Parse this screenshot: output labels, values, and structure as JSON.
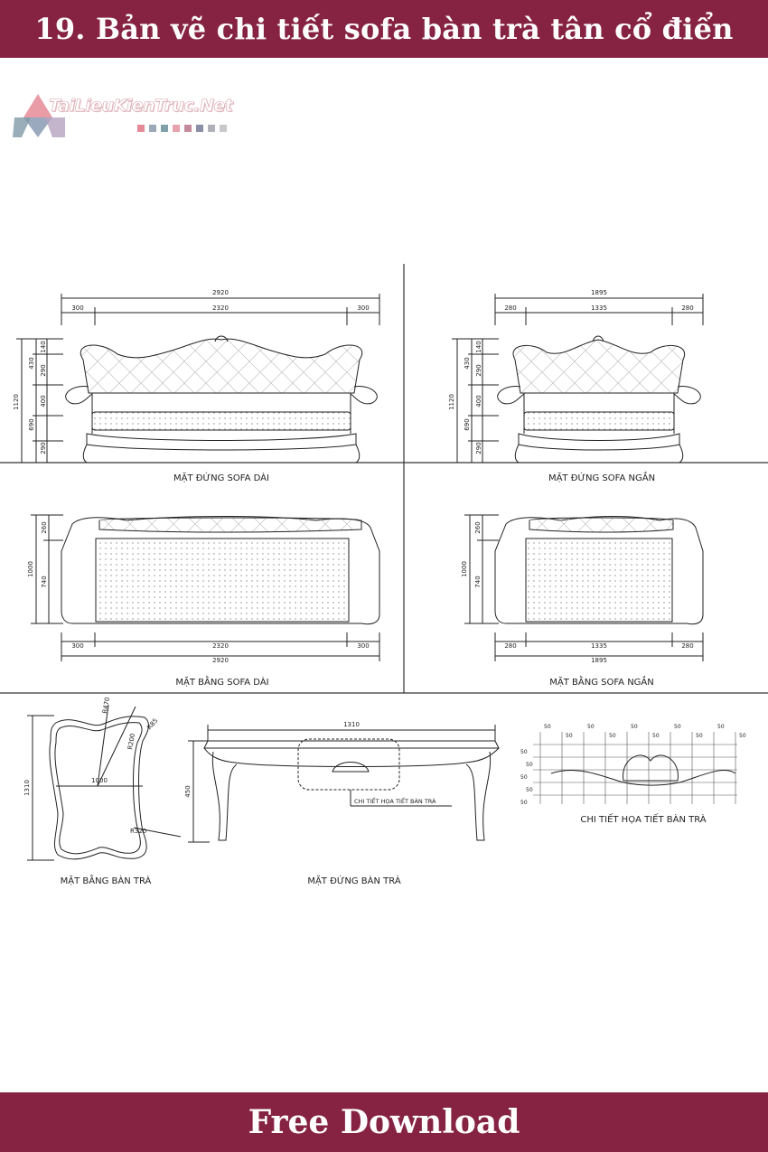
{
  "header": {
    "title": "19. Bản vẽ chi tiết sofa bàn trà tân cổ điển"
  },
  "logo": {
    "text": "TaiLieuKienTruc.Net",
    "swatch_colors": [
      "#e58a96",
      "#9aa8b8",
      "#7fa0a8",
      "#e8a2ac",
      "#c58a9c",
      "#8a8fa8",
      "#b0b0b8",
      "#c8c8cc"
    ]
  },
  "footer": {
    "button_label": "Free Download"
  },
  "drawing": {
    "long_elevation": {
      "label": "MẶT ĐỨNG SOFA DÀI",
      "total": "2920",
      "left": "300",
      "mid": "2320",
      "right": "300",
      "height": "1120",
      "h_upper": "430",
      "h_lower": "690",
      "h140": "140",
      "h290a": "290",
      "h400": "400",
      "h290b": "290"
    },
    "short_elevation": {
      "label": "MẶT ĐỨNG SOFA NGẮN",
      "total": "1895",
      "left": "280",
      "mid": "1335",
      "right": "280",
      "height": "1120",
      "h_upper": "430",
      "h_lower": "690",
      "h140": "140",
      "h290a": "290",
      "h400": "400",
      "h290b": "290"
    },
    "long_plan": {
      "label": "MẶT BẰNG SOFA DÀI",
      "depth": "1000",
      "d260": "260",
      "d740": "740",
      "left": "300",
      "mid": "2320",
      "right": "300",
      "total": "2920"
    },
    "short_plan": {
      "label": "MẶT BẰNG SOFA NGẮN",
      "depth": "1000",
      "d260": "260",
      "d740": "740",
      "left": "280",
      "mid": "1335",
      "right": "280",
      "total": "1895"
    },
    "table_plan": {
      "label": "MẶT BẰNG BÀN TRÀ",
      "depth": "1310",
      "width": "1000",
      "r470": "R470",
      "r200": "R200",
      "r85": "R85",
      "r320": "R320"
    },
    "table_elevation": {
      "label": "MẶT ĐỨNG BÀN TRÀ",
      "length": "1310",
      "height": "450",
      "callout": "CHI TIẾT HỌA TIẾT BÀN TRÀ"
    },
    "ornament_detail": {
      "label": "CHI TIẾT HỌA TIẾT BÀN TRÀ",
      "grid_step": "50"
    }
  }
}
